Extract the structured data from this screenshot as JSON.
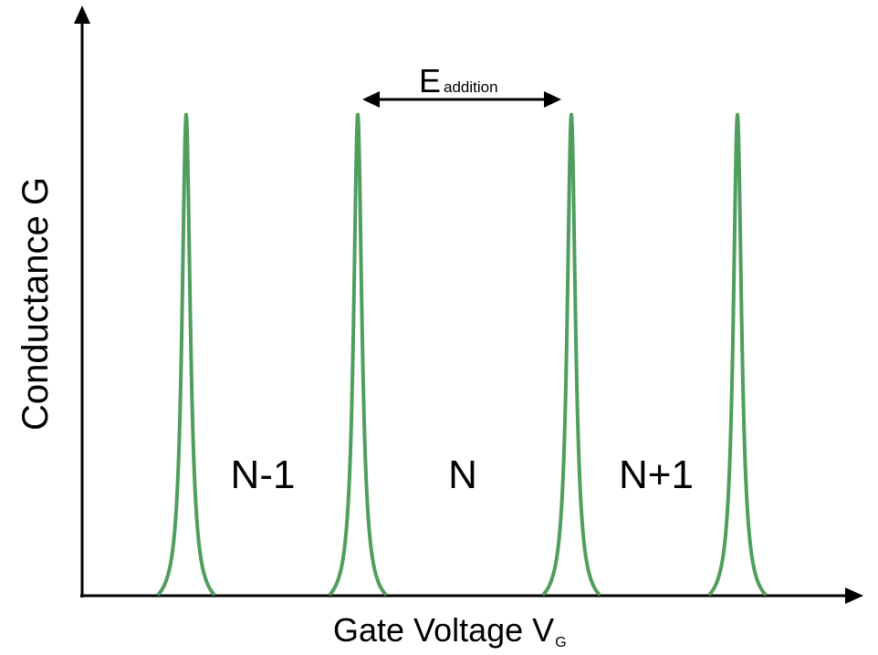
{
  "axes": {
    "xlabel_main": "Gate Voltage V",
    "xlabel_sub": "G",
    "ylabel": "Conductance G"
  },
  "regions": [
    "N-1",
    "N",
    "N+1"
  ],
  "spacing": {
    "label_main": "E",
    "label_sub": "addition"
  },
  "peaks": [
    {
      "position": 1,
      "height": 1
    },
    {
      "position": 2,
      "height": 1
    },
    {
      "position": 3,
      "height": 1
    },
    {
      "position": 4,
      "height": 1
    }
  ],
  "colors": {
    "peak": "#4f9e5e",
    "axis": "#000000",
    "text": "#000000"
  }
}
